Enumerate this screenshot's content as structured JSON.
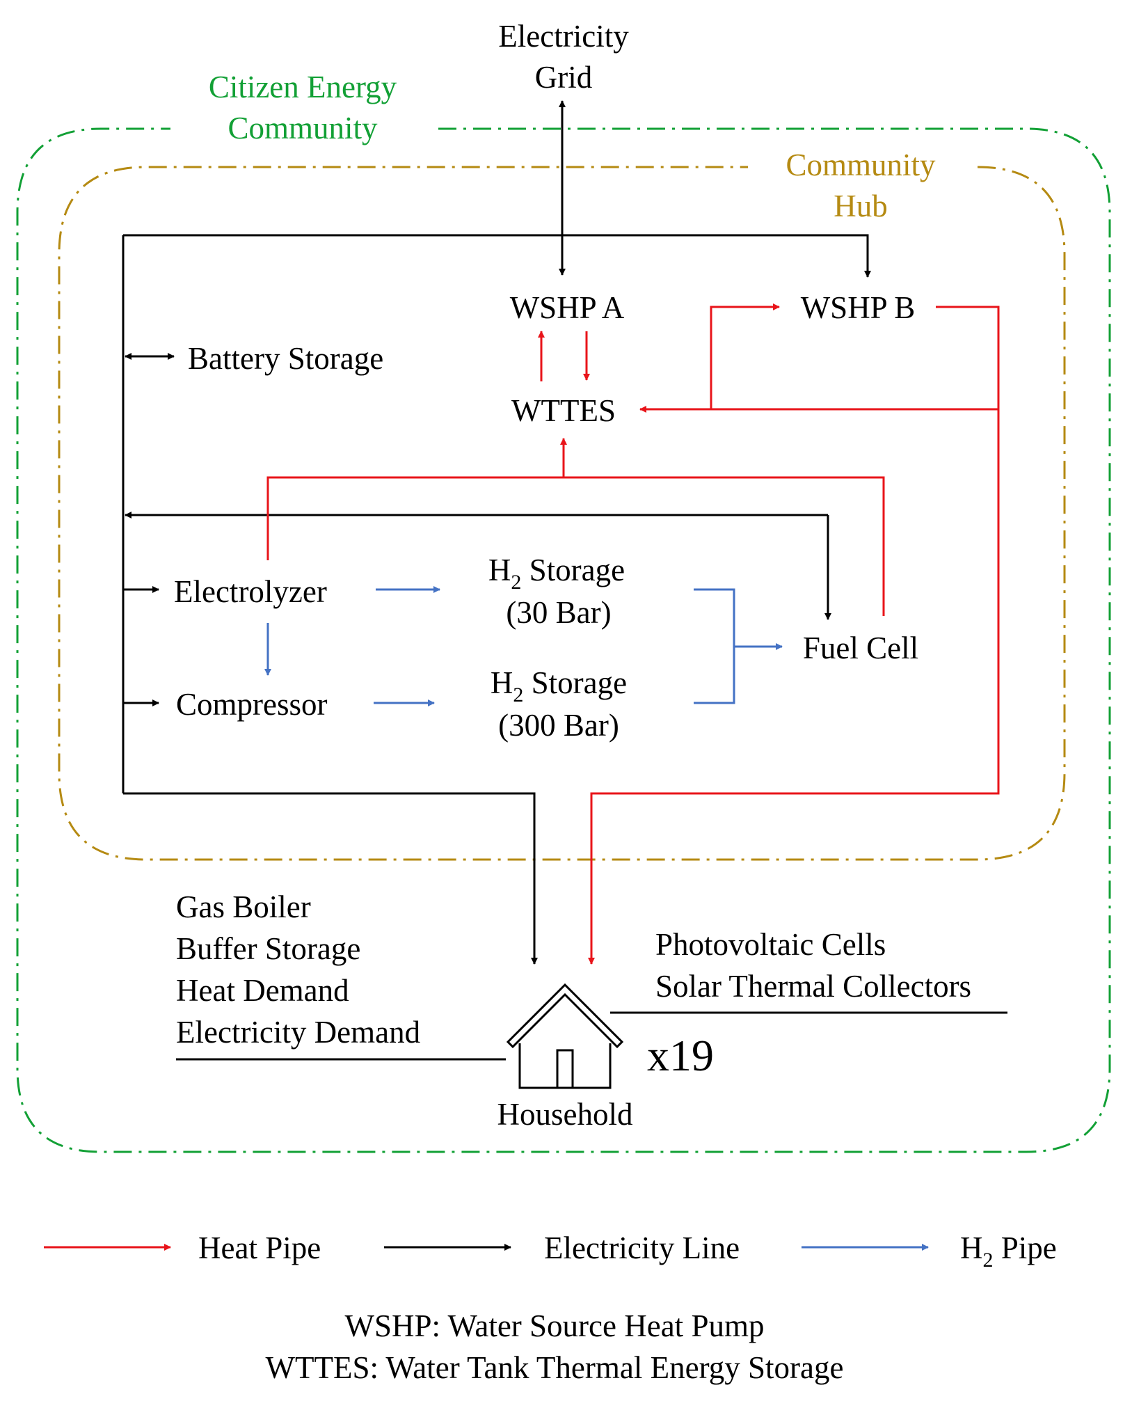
{
  "labels": {
    "electricity_grid_1": "Electricity",
    "electricity_grid_2": "Grid",
    "cec_1": "Citizen Energy",
    "cec_2": "Community",
    "hub_1": "Community",
    "hub_2": "Hub",
    "wshp_a": "WSHP A",
    "wshp_b": "WSHP B",
    "battery_storage": "Battery Storage",
    "wttes": "WTTES",
    "electrolyzer": "Electrolyzer",
    "compressor": "Compressor",
    "h2_storage": " Storage",
    "pressure_30": "(30 Bar)",
    "pressure_300": "(300 Bar)",
    "fuel_cell": "Fuel Cell",
    "household_left": [
      "Gas Boiler",
      "Buffer Storage",
      "Heat Demand",
      "Electricity Demand"
    ],
    "household_right": [
      "Photovoltaic Cells",
      "Solar Thermal Collectors"
    ],
    "household_count": "x19",
    "household": "Household"
  },
  "legend": {
    "heat_pipe": "Heat Pipe",
    "electricity_line": "Electricity Line",
    "h2_pipe_suffix": " Pipe"
  },
  "notes": {
    "wshp": "WSHP: Water Source Heat Pump",
    "wttes": "WTTES: Water Tank Thermal Energy Storage"
  },
  "colors": {
    "heat_pipe": "#e8141a",
    "electricity_line": "#000000",
    "h2_pipe": "#4472c4",
    "citizen_energy_community": "#12a035",
    "community_hub": "#b58a12"
  },
  "icons": [
    "house-icon"
  ]
}
